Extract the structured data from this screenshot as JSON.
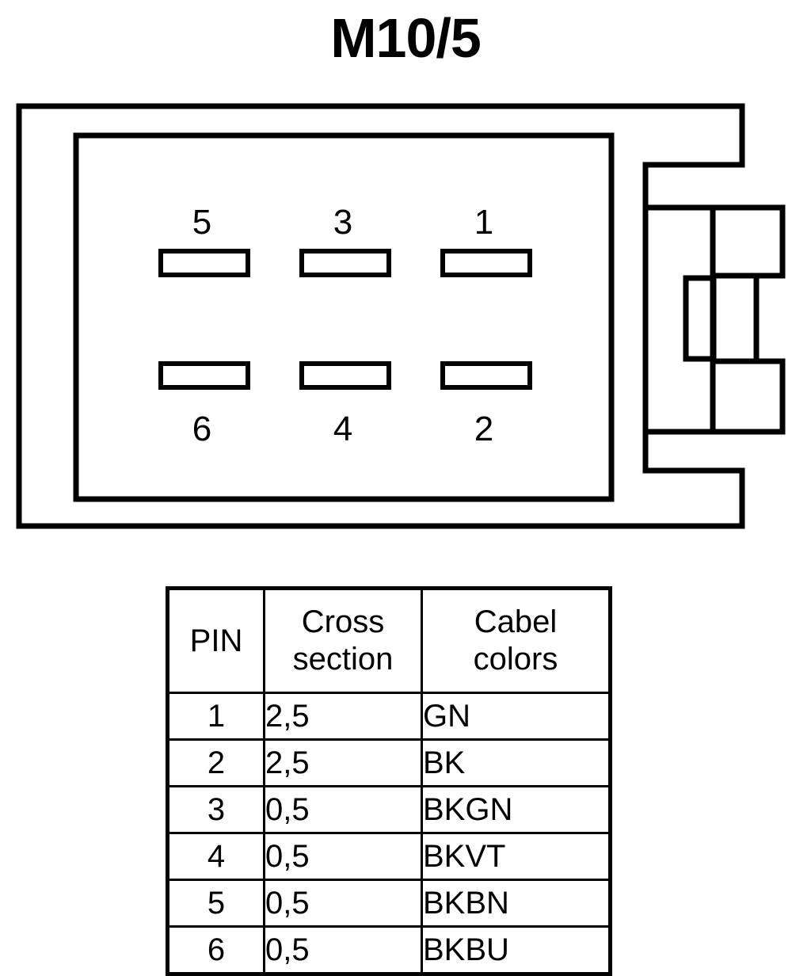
{
  "title": "M10/5",
  "connector": {
    "name": "connector-housing-diagram",
    "pins_top_row": [
      {
        "number": "5",
        "label_position": "above"
      },
      {
        "number": "3",
        "label_position": "above"
      },
      {
        "number": "1",
        "label_position": "above"
      }
    ],
    "pins_bottom_row": [
      {
        "number": "6",
        "label_position": "below"
      },
      {
        "number": "4",
        "label_position": "below"
      },
      {
        "number": "2",
        "label_position": "below"
      }
    ],
    "stroke_color": "#000000",
    "fill_color": "#ffffff"
  },
  "table": {
    "headers": {
      "pin": "PIN",
      "cross_section": "Cross\nsection",
      "cabel_colors": "Cabel\ncolors"
    },
    "rows": [
      {
        "pin": "1",
        "cross_section": "2,5",
        "cabel_colors": "GN"
      },
      {
        "pin": "2",
        "cross_section": "2,5",
        "cabel_colors": "BK"
      },
      {
        "pin": "3",
        "cross_section": "0,5",
        "cabel_colors": "BKGN"
      },
      {
        "pin": "4",
        "cross_section": "0,5",
        "cabel_colors": "BKVT"
      },
      {
        "pin": "5",
        "cross_section": "0,5",
        "cabel_colors": "BKBN"
      },
      {
        "pin": "6",
        "cross_section": "0,5",
        "cabel_colors": "BKBU"
      }
    ]
  }
}
